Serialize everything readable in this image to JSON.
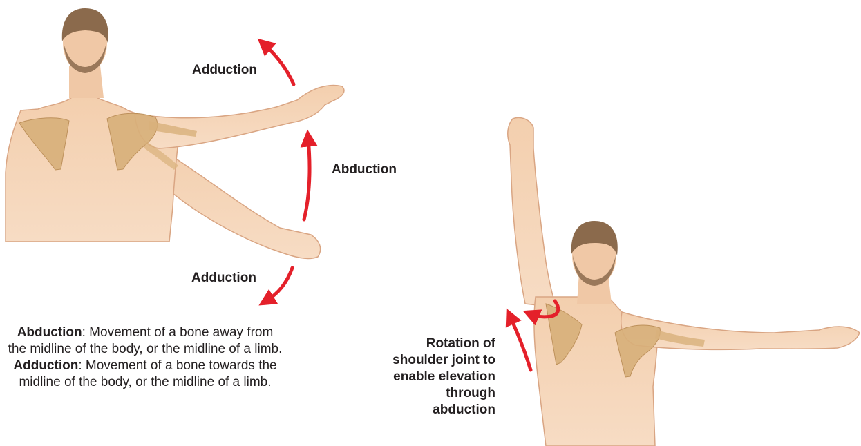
{
  "left_figure": {
    "label_top": "Adduction",
    "label_middle": "Abduction",
    "label_bottom": "Adduction"
  },
  "definitions": {
    "abduction_term": "Abduction",
    "abduction_text": ": Movement of a bone away from the midline of the body, or the midline of a limb.",
    "adduction_term": "Adduction",
    "adduction_text": ": Movement of a bone towards the midline of the body, or the midline of a limb."
  },
  "right_figure": {
    "rotation_label_lines": [
      "Rotation of",
      "shoulder joint to",
      "enable elevation",
      "through",
      "abduction"
    ]
  },
  "colors": {
    "arrow": "#e4202a",
    "skin": "#f0c8a6",
    "skin_shadow": "#dca684",
    "hair": "#8b6a4c",
    "bone": "#d8b07a"
  }
}
